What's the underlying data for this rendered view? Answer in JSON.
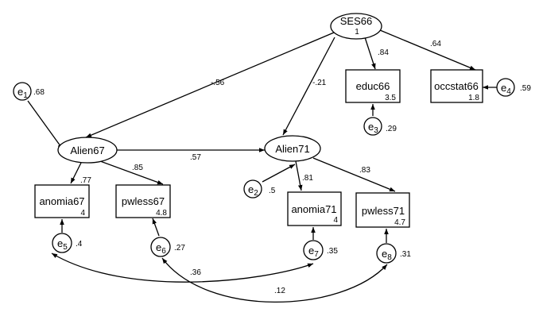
{
  "latent": {
    "ses66": {
      "name": "SES66",
      "value": "1"
    },
    "alien67": {
      "name": "Alien67"
    },
    "alien71": {
      "name": "Alien71"
    }
  },
  "observed": {
    "educ66": {
      "name": "educ66",
      "value": "3.5"
    },
    "occstat66": {
      "name": "occstat66",
      "value": "1.8"
    },
    "anomia67": {
      "name": "anomia67",
      "value": "4"
    },
    "pwless67": {
      "name": "pwless67",
      "value": "4.8"
    },
    "anomia71": {
      "name": "anomia71",
      "value": "4"
    },
    "pwless71": {
      "name": "pwless71",
      "value": "4.7"
    }
  },
  "errors": {
    "e1": {
      "base": "e",
      "sub": "1",
      "variance": ".68"
    },
    "e2": {
      "base": "e",
      "sub": "2",
      "variance": ".5"
    },
    "e3": {
      "base": "e",
      "sub": "3",
      "variance": ".29"
    },
    "e4": {
      "base": "e",
      "sub": "4",
      "variance": ".59"
    },
    "e5": {
      "base": "e",
      "sub": "5",
      "variance": ".4"
    },
    "e6": {
      "base": "e",
      "sub": "6",
      "variance": ".27"
    },
    "e7": {
      "base": "e",
      "sub": "7",
      "variance": ".35"
    },
    "e8": {
      "base": "e",
      "sub": "8",
      "variance": ".31"
    }
  },
  "paths": {
    "ses_alien67": "-.56",
    "ses_alien71": "-.21",
    "ses_educ66": ".84",
    "ses_occstat66": ".64",
    "alien67_alien71": ".57",
    "alien67_anomia67": ".77",
    "alien67_pwless67": ".85",
    "alien71_anomia71": ".81",
    "alien71_pwless71": ".83"
  },
  "covariances": {
    "e5_e7": ".36",
    "e6_e8": ".12"
  }
}
